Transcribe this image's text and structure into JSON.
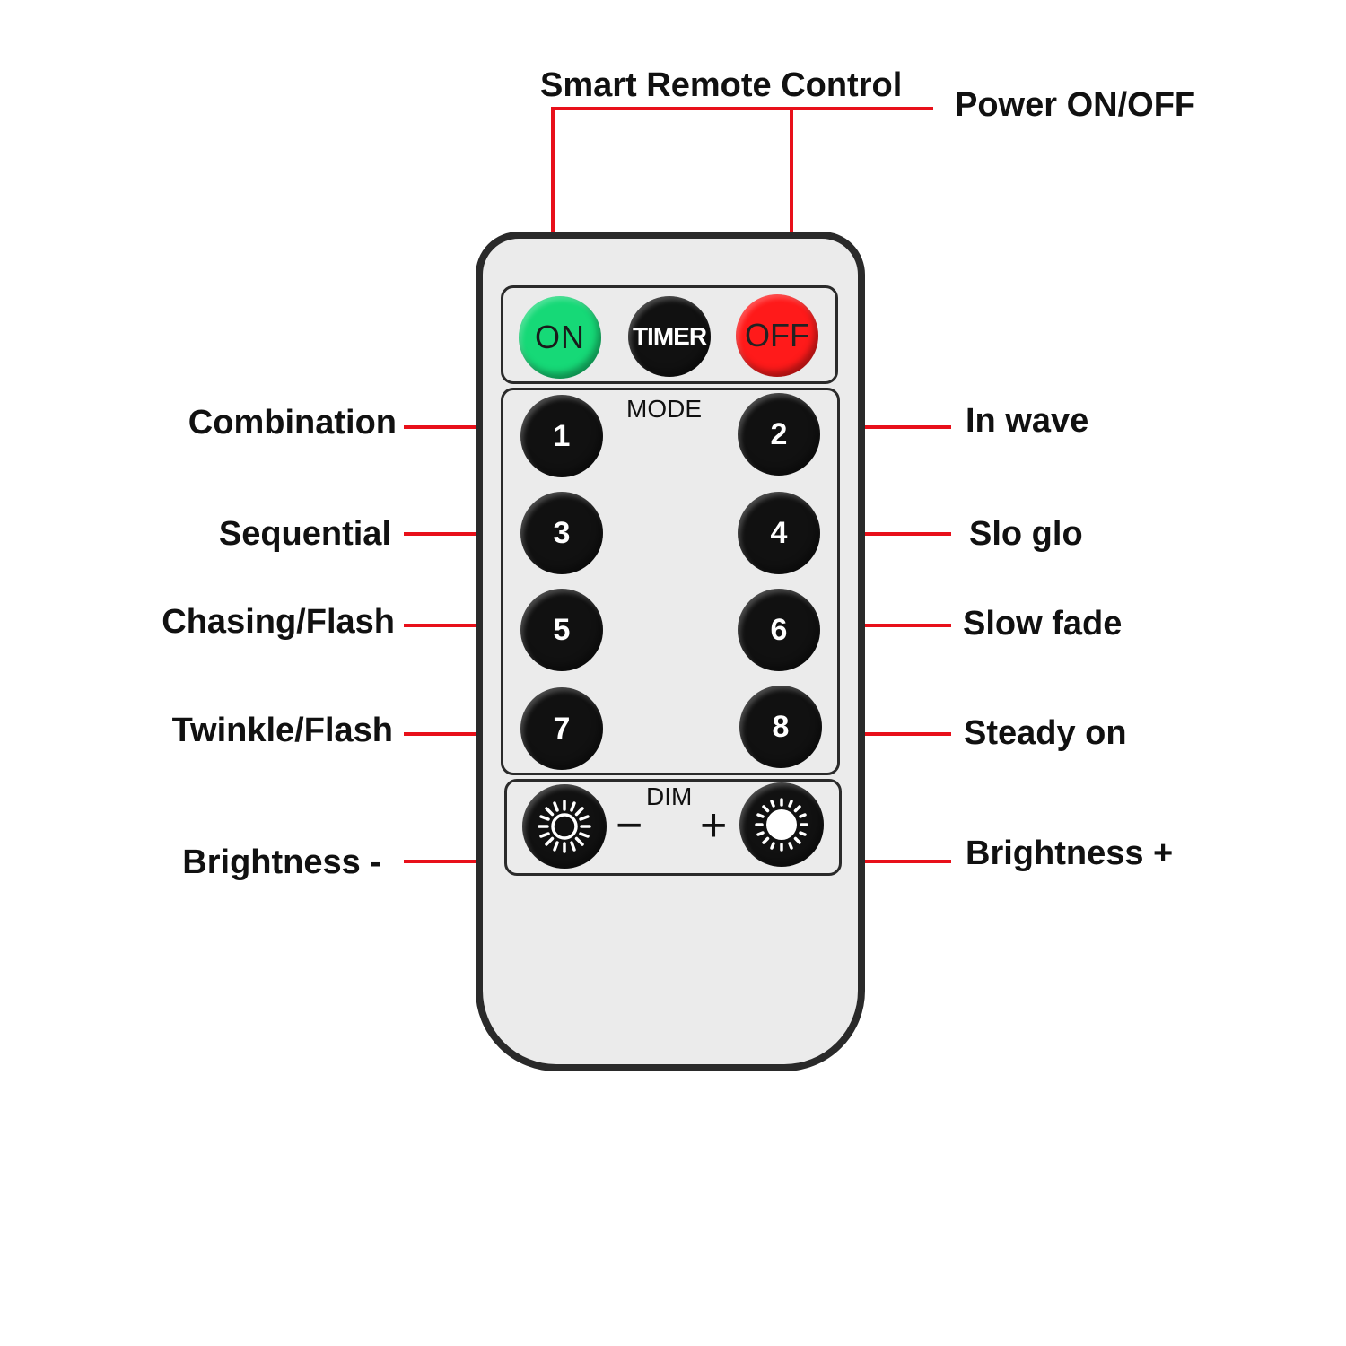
{
  "labels": {
    "top_title": "Smart Remote Control",
    "power": "Power ON/OFF",
    "combination": "Combination",
    "in_wave": "In wave",
    "sequential": "Sequential",
    "slo_glo": "Slo glo",
    "chasing_flash": "Chasing/Flash",
    "slow_fade": "Slow fade",
    "twinkle_flash": "Twinkle/Flash",
    "steady_on": "Steady on",
    "brightness_minus": "Brightness -",
    "brightness_plus": "Brightness +"
  },
  "remote": {
    "on_label": "ON",
    "timer_label": "TIMER",
    "off_label": "OFF",
    "mode_label": "MODE",
    "dim_label": "DIM",
    "minus_sign": "−",
    "plus_sign": "+",
    "mode_buttons": [
      "1",
      "2",
      "3",
      "4",
      "5",
      "6",
      "7",
      "8"
    ]
  },
  "colors": {
    "leader_line": "#e8101a",
    "on_button": "#16d977",
    "off_button": "#ff1a1a",
    "dark_button": "#111111",
    "remote_body": "#ebebeb",
    "remote_border": "#2a2a2a"
  },
  "icons": {
    "brightness_down": "sun-outline-icon",
    "brightness_up": "sun-filled-icon"
  }
}
